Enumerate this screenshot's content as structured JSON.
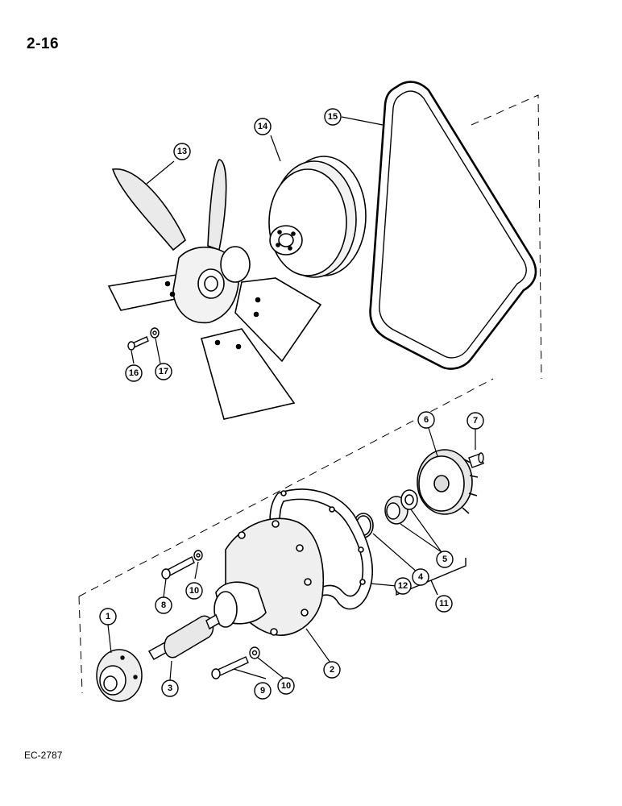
{
  "page": {
    "page_number": "2-16",
    "reference_code": "EC-2787"
  },
  "callouts": {
    "c1": "1",
    "c2": "2",
    "c3": "3",
    "c4": "4",
    "c5": "5",
    "c6": "6",
    "c7": "7",
    "c8": "8",
    "c9": "9",
    "c10a": "10",
    "c10b": "10",
    "c11": "11",
    "c12": "12",
    "c13": "13",
    "c14": "14",
    "c15": "15",
    "c16": "16",
    "c17": "17"
  },
  "colors": {
    "line": "#000000",
    "background": "#ffffff",
    "shade": "#e8e8e8"
  }
}
